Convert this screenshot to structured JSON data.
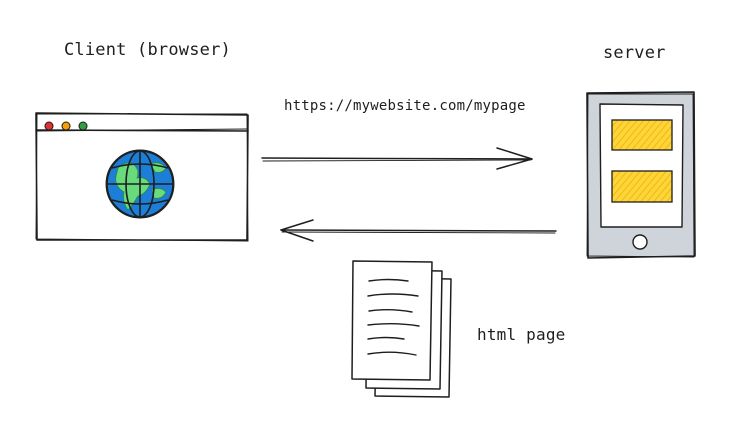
{
  "labels": {
    "client": "Client (browser)",
    "server": "server",
    "request_url": "https://mywebsite.com/mypage",
    "response": "html page"
  },
  "colors": {
    "stroke": "#1e1e1e",
    "browser_dot_red": "#e03131",
    "browser_dot_yellow": "#f59f00",
    "browser_dot_green": "#2f9e44",
    "globe_ocean": "#1c7ed6",
    "globe_land": "#69db7c",
    "server_body": "#ced4da",
    "server_screen": "#ffffff",
    "server_block_fill": "#ffd43b"
  },
  "icons": {
    "browser": "browser-window-icon",
    "globe": "globe-icon",
    "server": "server-device-icon",
    "document": "document-stack-icon"
  }
}
